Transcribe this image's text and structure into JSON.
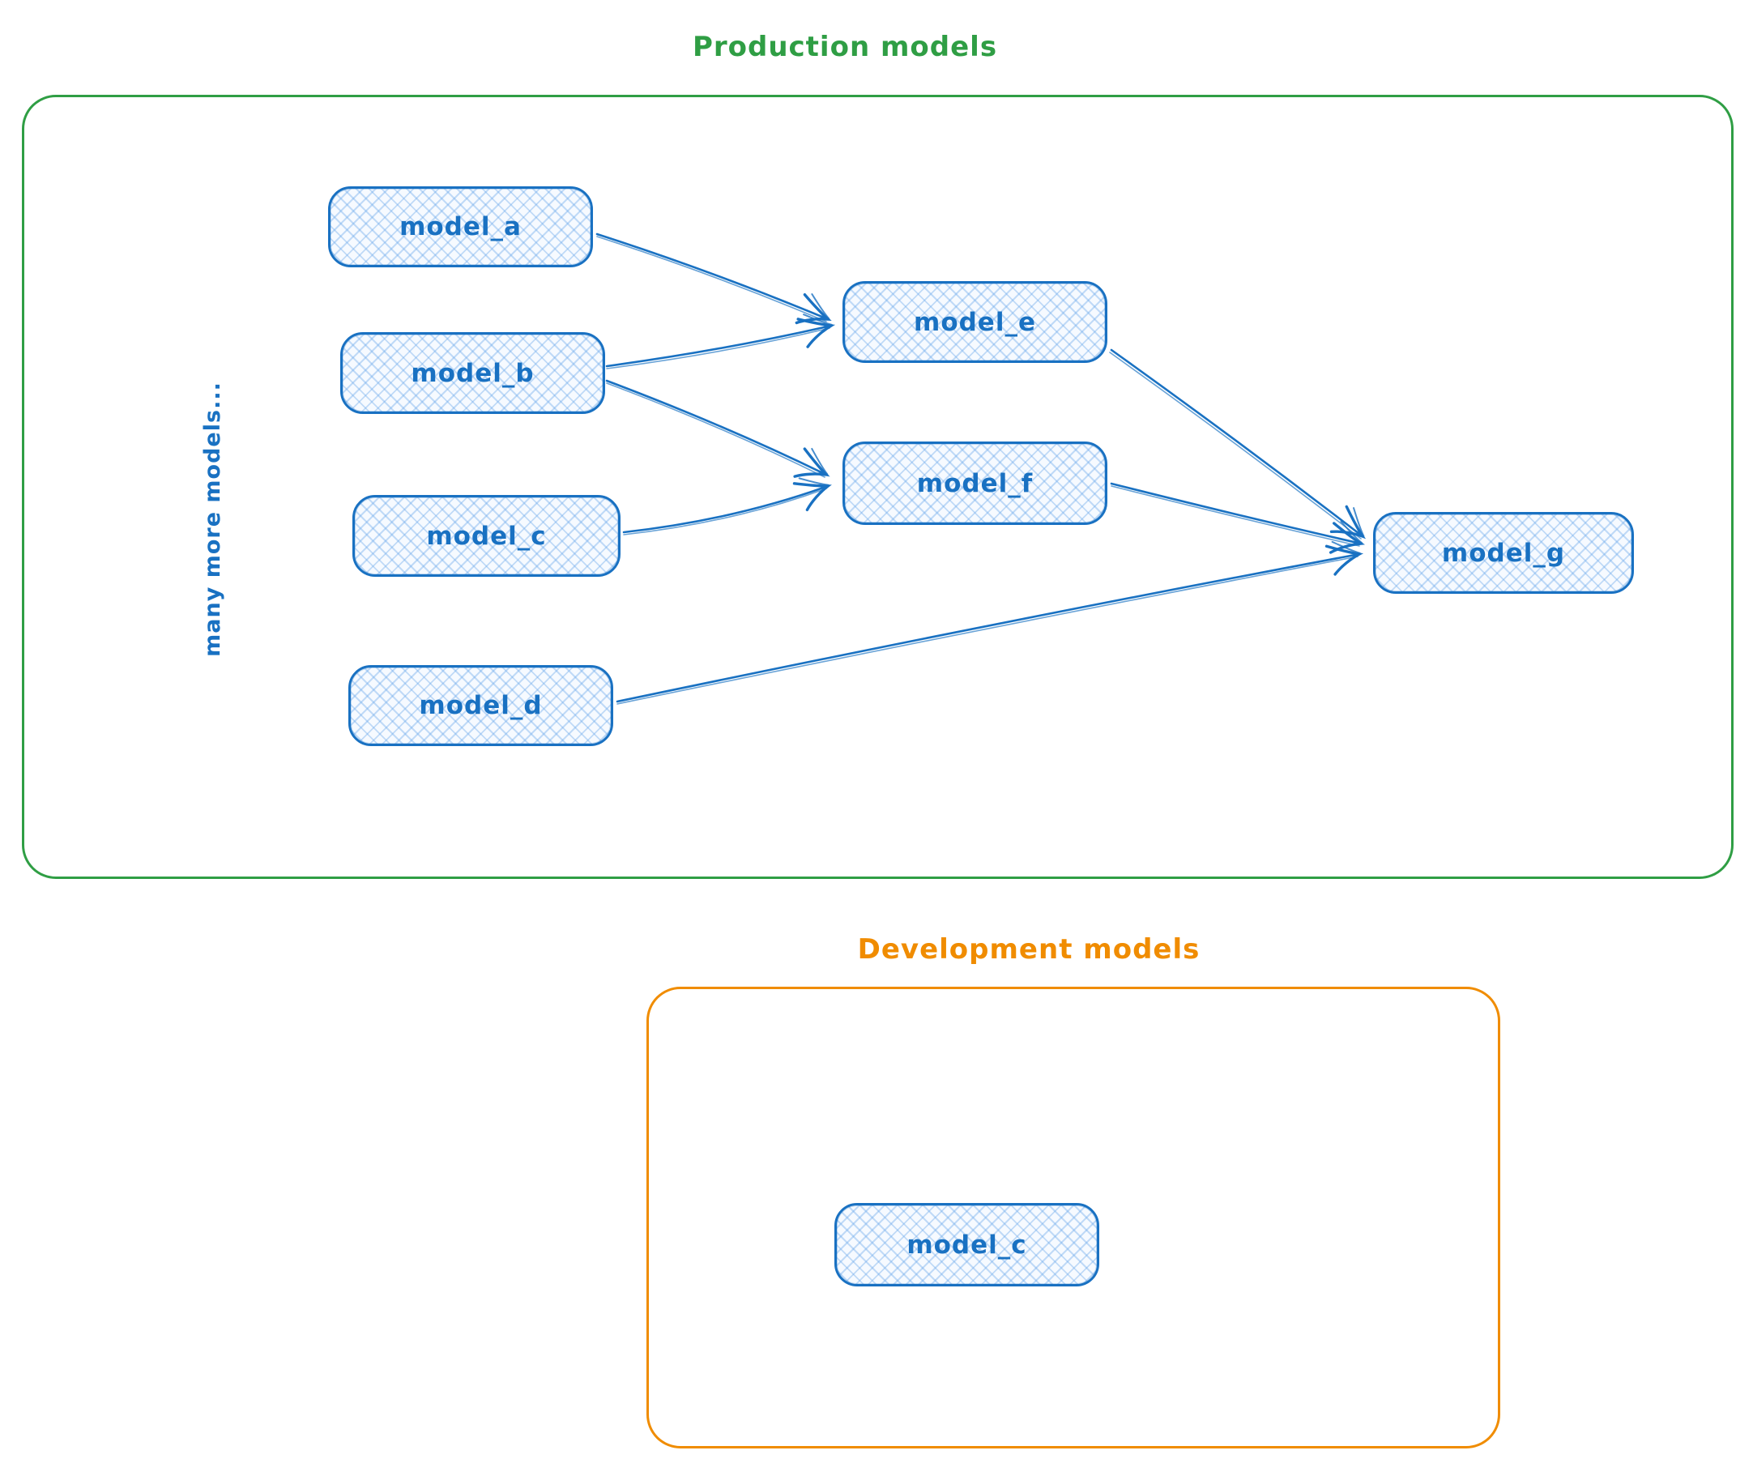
{
  "diagram": {
    "production": {
      "title": "Production models",
      "note": "many more models...",
      "nodes": [
        {
          "id": "model_a",
          "label": "model_a"
        },
        {
          "id": "model_b",
          "label": "model_b"
        },
        {
          "id": "model_c",
          "label": "model_c"
        },
        {
          "id": "model_d",
          "label": "model_d"
        },
        {
          "id": "model_e",
          "label": "model_e"
        },
        {
          "id": "model_f",
          "label": "model_f"
        },
        {
          "id": "model_g",
          "label": "model_g"
        }
      ],
      "edges": [
        {
          "from": "model_a",
          "to": "model_e"
        },
        {
          "from": "model_b",
          "to": "model_e"
        },
        {
          "from": "model_b",
          "to": "model_f"
        },
        {
          "from": "model_c",
          "to": "model_f"
        },
        {
          "from": "model_e",
          "to": "model_g"
        },
        {
          "from": "model_f",
          "to": "model_g"
        },
        {
          "from": "model_d",
          "to": "model_g"
        }
      ]
    },
    "development": {
      "title": "Development models",
      "nodes": [
        {
          "id": "model_c_dev",
          "label": "model_c"
        }
      ]
    }
  },
  "colors": {
    "production_accent": "#2f9e44",
    "development_accent": "#f08c00",
    "node_stroke": "#1971c2",
    "node_fill": "#d4e8fb"
  }
}
